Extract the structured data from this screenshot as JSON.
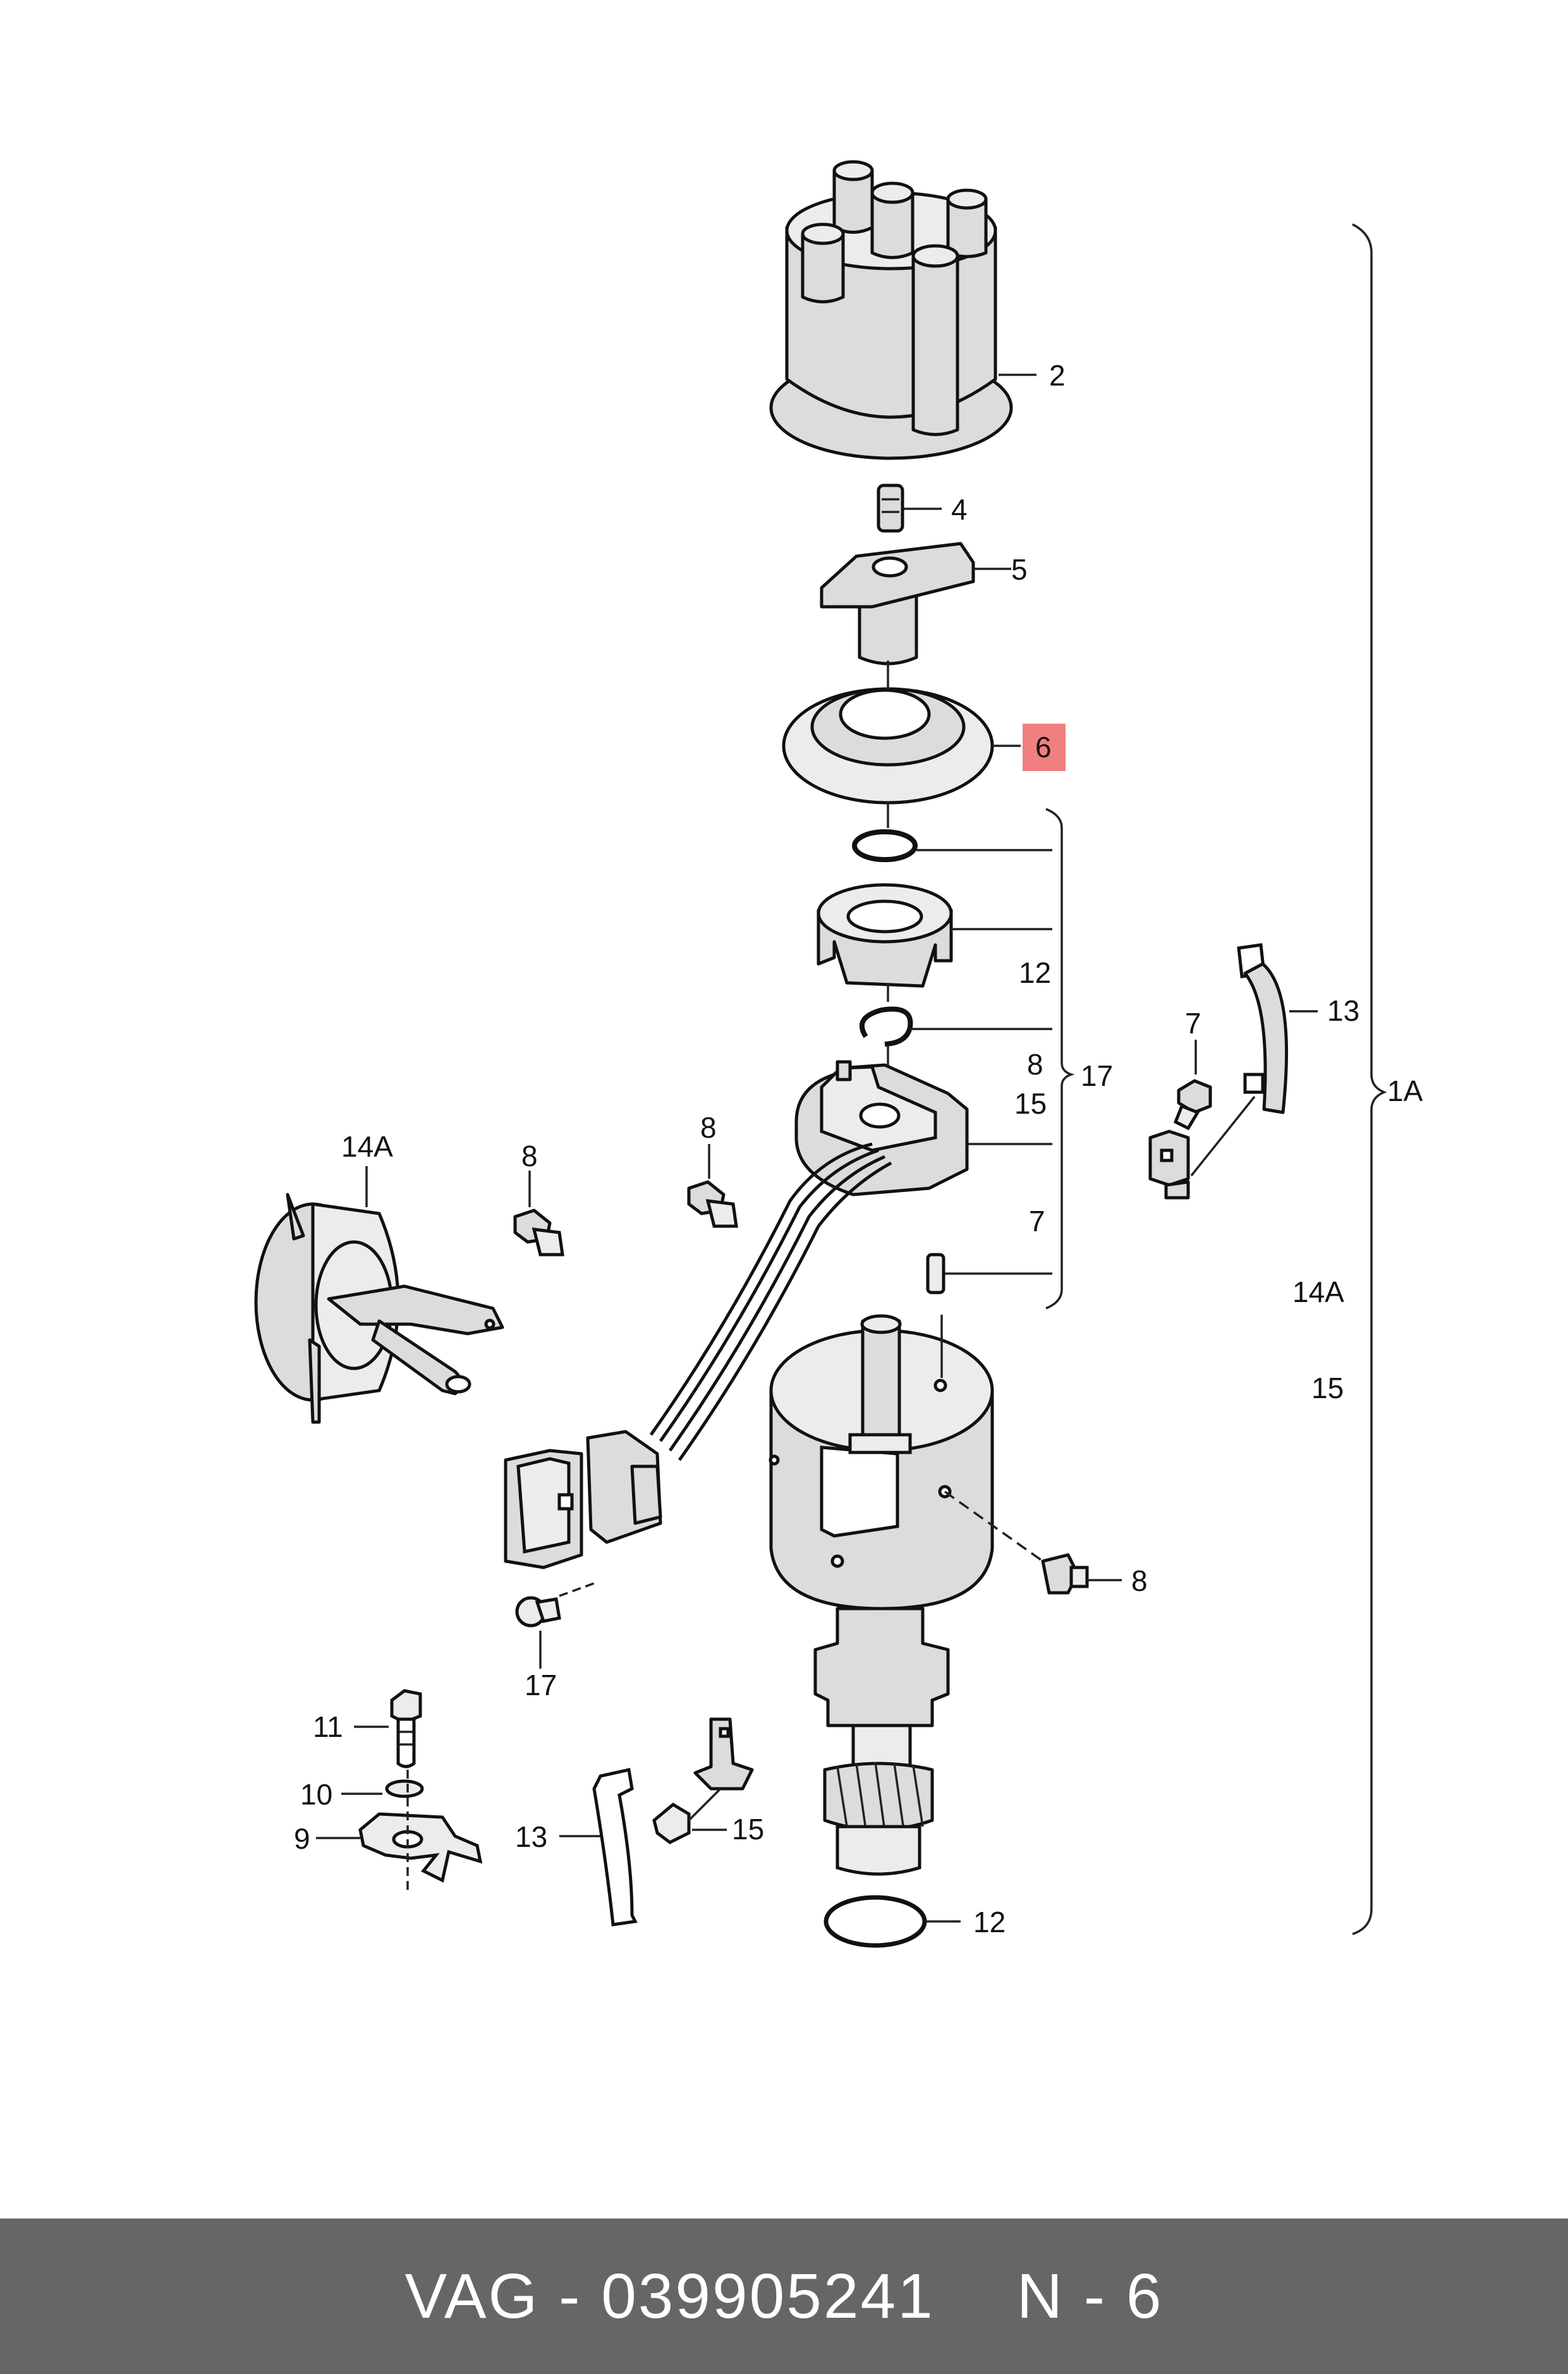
{
  "callouts": {
    "c2": "2",
    "c4": "4",
    "c5": "5",
    "c6": "6",
    "c12a": "12",
    "c13a": "13",
    "c7a": "7",
    "c8a": "8",
    "c15a": "15",
    "c17a": "17",
    "c1a": "1A",
    "c14a_left": "14A",
    "c8b": "8",
    "c8c": "8",
    "c7b": "7",
    "c14a_right": "14A",
    "c15b": "15",
    "c8d": "8",
    "c17b": "17",
    "c11": "11",
    "c10": "10",
    "c9": "9",
    "c13b": "13",
    "c15c": "15",
    "c12b": "12"
  },
  "highlight_color": "#f08080",
  "footer": {
    "brand": "VAG",
    "sep1": " - ",
    "part_number": "039905241",
    "position_prefix": "N",
    "sep2": " - ",
    "position_number": "6"
  }
}
